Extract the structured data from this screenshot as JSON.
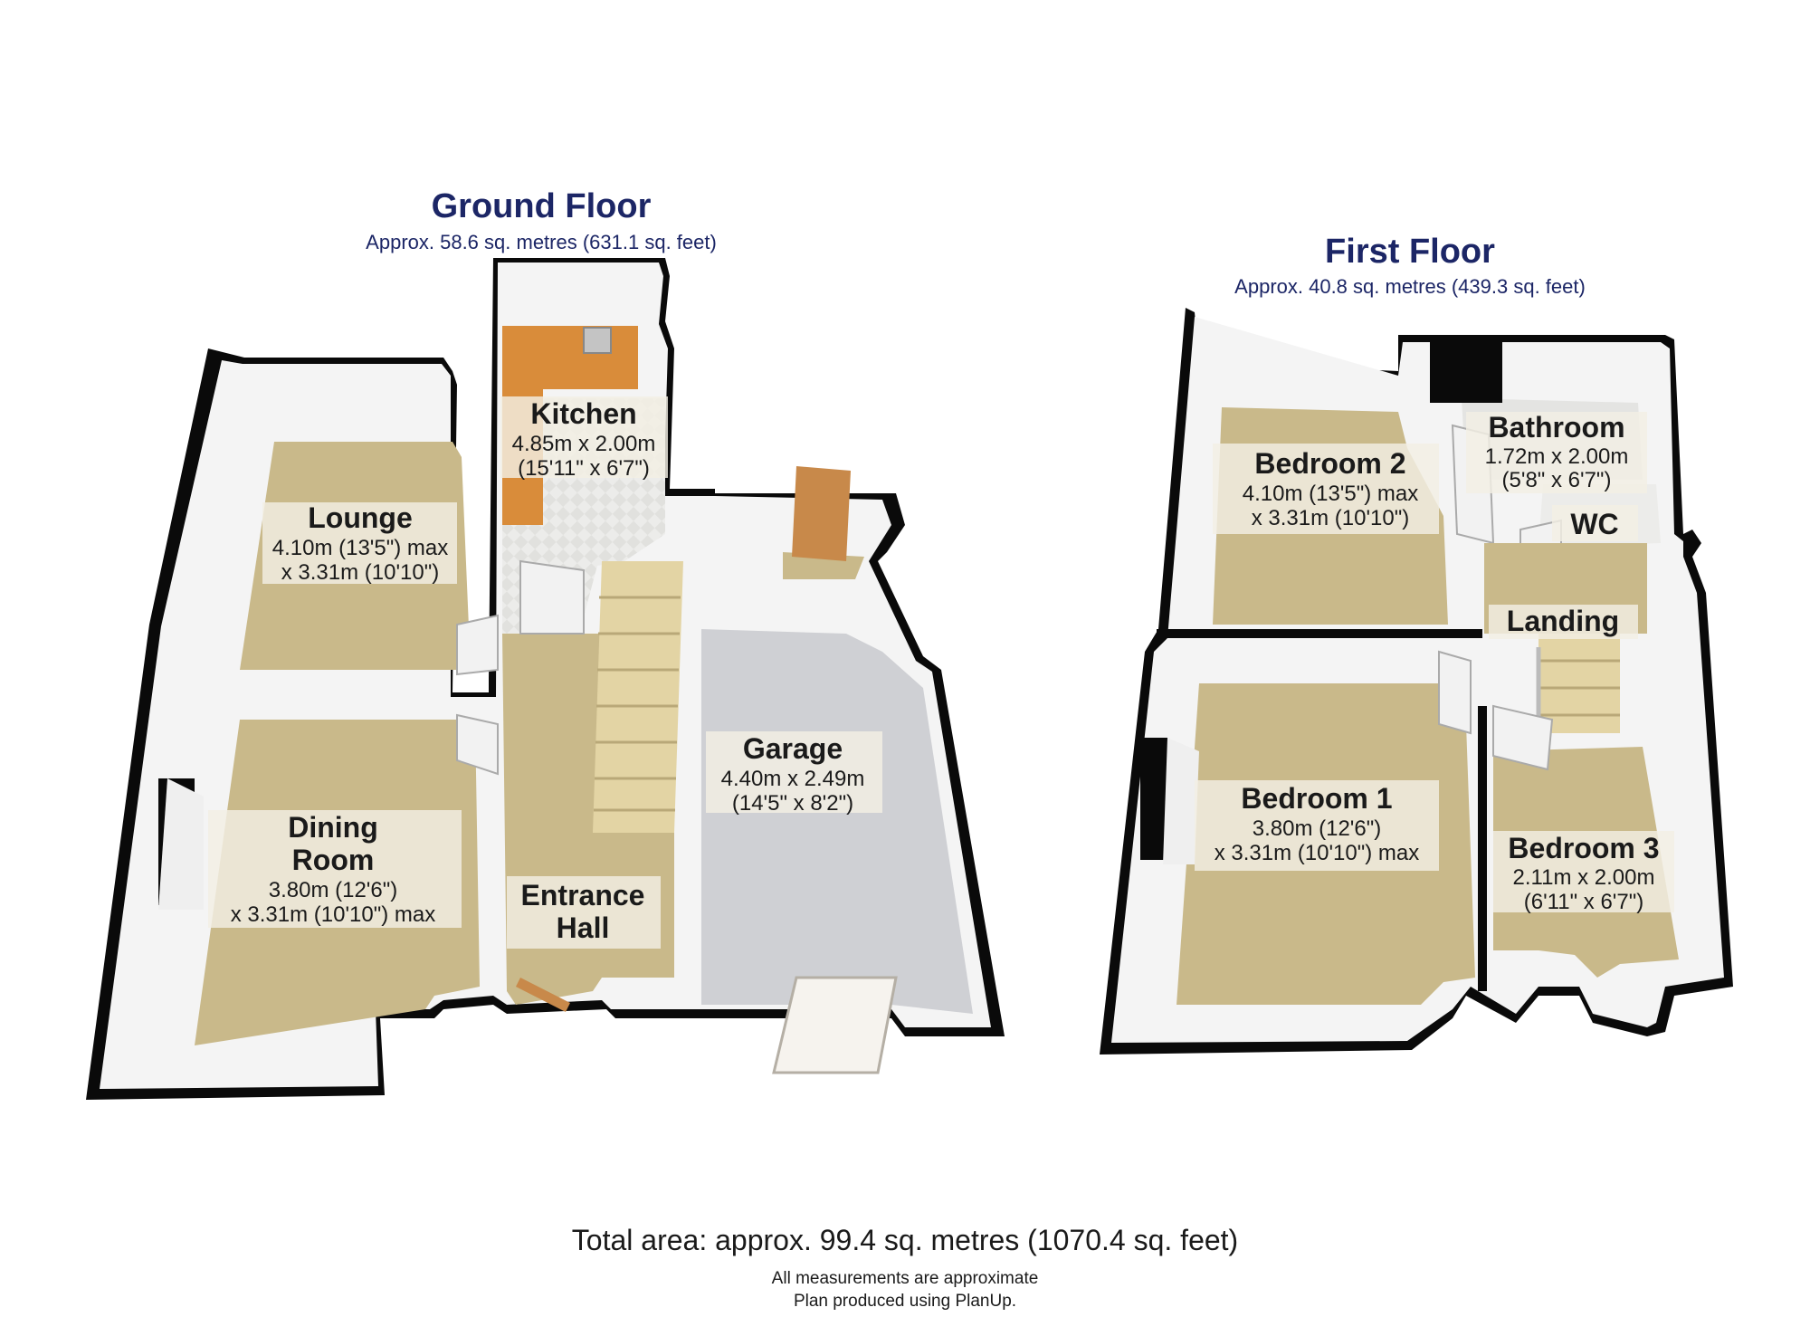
{
  "colors": {
    "wall": "#0a0a0a",
    "wall_face": "#f2f2f2",
    "wall_shade": "#dcdcdc",
    "carpet": "#c9b98a",
    "carpet_dark": "#b9a878",
    "tile": "#e8e8e6",
    "garage": "#cfd0d4",
    "kitchen_unit": "#d98c3a",
    "door": "#c8894a",
    "title": "#1c2666"
  },
  "ground_floor": {
    "title": "Ground Floor",
    "area": "Approx. 58.6 sq. metres (631.1 sq. feet)",
    "rooms": [
      {
        "id": "kitchen",
        "name": [
          "Kitchen"
        ],
        "dims": [
          "4.85m x 2.00m",
          "(15'11\" x 6'7\")"
        ]
      },
      {
        "id": "lounge",
        "name": [
          "Lounge"
        ],
        "dims": [
          "4.10m (13'5\") max",
          "x 3.31m (10'10\")"
        ]
      },
      {
        "id": "garage",
        "name": [
          "Garage"
        ],
        "dims": [
          "4.40m x 2.49m",
          "(14'5\" x 8'2\")"
        ]
      },
      {
        "id": "dining",
        "name": [
          "Dining",
          "Room"
        ],
        "dims": [
          "3.80m (12'6\")",
          "x 3.31m (10'10\") max"
        ]
      },
      {
        "id": "hall",
        "name": [
          "Entrance",
          "Hall"
        ],
        "dims": []
      }
    ]
  },
  "first_floor": {
    "title": "First Floor",
    "area": "Approx. 40.8 sq. metres (439.3 sq. feet)",
    "rooms": [
      {
        "id": "bedroom2",
        "name": [
          "Bedroom 2"
        ],
        "dims": [
          "4.10m (13'5\") max",
          "x 3.31m (10'10\")"
        ]
      },
      {
        "id": "bathroom",
        "name": [
          "Bathroom"
        ],
        "dims": [
          "1.72m x 2.00m",
          "(5'8\" x 6'7\")"
        ]
      },
      {
        "id": "wc",
        "name": [
          "WC"
        ],
        "dims": []
      },
      {
        "id": "landing",
        "name": [
          "Landing"
        ],
        "dims": []
      },
      {
        "id": "bedroom1",
        "name": [
          "Bedroom 1"
        ],
        "dims": [
          "3.80m (12'6\")",
          "x 3.31m (10'10\") max"
        ]
      },
      {
        "id": "bedroom3",
        "name": [
          "Bedroom 3"
        ],
        "dims": [
          "2.11m x 2.00m",
          "(6'11\" x 6'7\")"
        ]
      }
    ]
  },
  "footer": {
    "total": "Total area: approx. 99.4 sq. metres (1070.4 sq. feet)",
    "note1": "All measurements are approximate",
    "note2": "Plan produced using PlanUp."
  }
}
